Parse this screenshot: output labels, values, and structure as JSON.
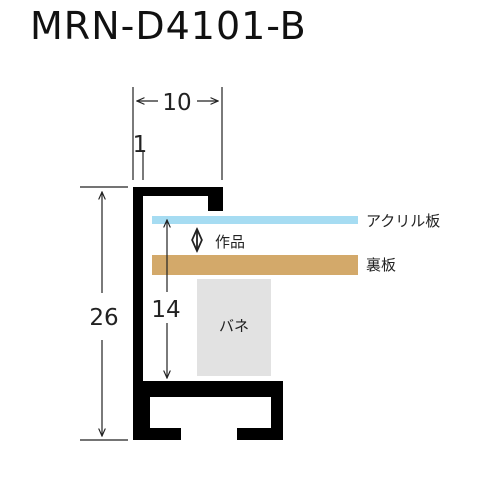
{
  "title": "MRN-D4101-B",
  "dimensions": {
    "frame_width": "10",
    "face_thickness": "1",
    "total_height": "26",
    "rebate_depth": "14"
  },
  "labels": {
    "acrylic": "アクリル板",
    "artwork": "作品",
    "backing": "裏板",
    "spring": "バネ"
  },
  "colors": {
    "frame": "#000000",
    "acrylic": "#a6dcf2",
    "backing": "#d3a96a",
    "spring": "#e2e2e2"
  }
}
